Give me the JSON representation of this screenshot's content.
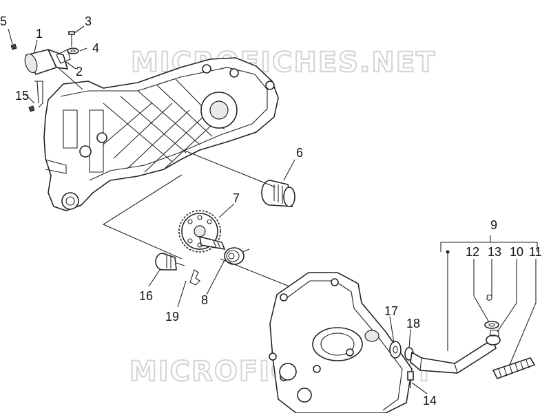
{
  "watermark": {
    "text": "MICROFICHES.NET"
  },
  "callouts": [
    "1",
    "2",
    "3",
    "4",
    "5",
    "6",
    "7",
    "8",
    "9",
    "10",
    "11",
    "12",
    "13",
    "14",
    "15",
    "16",
    "17",
    "18",
    "19"
  ]
}
